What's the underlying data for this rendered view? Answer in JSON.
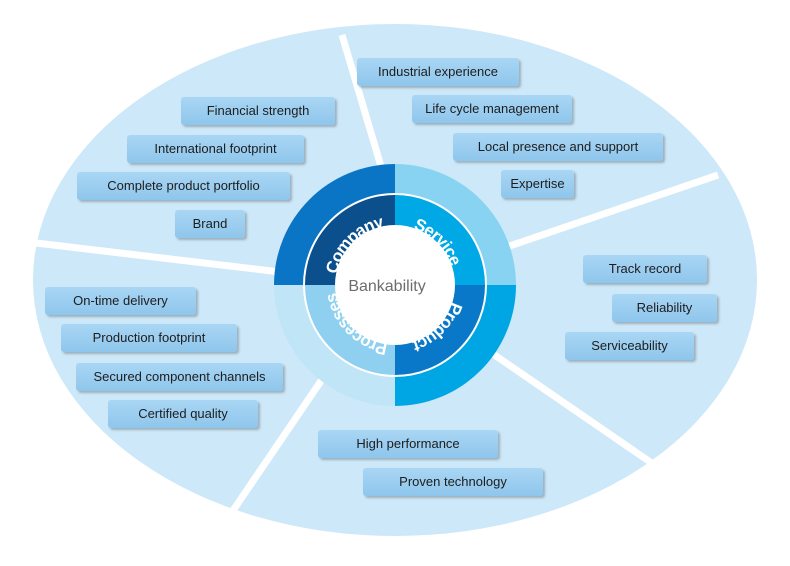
{
  "center_label": "Bankability",
  "colors": {
    "ellipse_fill": "#cde8f8",
    "divider": "#ffffff",
    "tag_fill": "#9bcdef",
    "company_inner": "#0b4f8c",
    "company_outer": "#0a74c5",
    "service_inner": "#00a9e6",
    "service_outer": "#88d3f2",
    "product_inner": "#0a78c8",
    "product_outer": "#00a6e4",
    "processes_inner": "#8fd0f0",
    "processes_outer": "#bfe5f7",
    "center_text": "#6d6d6d"
  },
  "segments": [
    {
      "label": "Company"
    },
    {
      "label": "Service"
    },
    {
      "label": "Product"
    },
    {
      "label": "Processes"
    }
  ],
  "groups": {
    "company": {
      "items": [
        "Financial strength",
        "International footprint",
        "Complete product portfolio",
        "Brand"
      ]
    },
    "service": {
      "items": [
        "Industrial experience",
        "Life cycle management",
        "Local presence and support",
        "Expertise"
      ]
    },
    "product_right": {
      "items": [
        "Track record",
        "Reliability",
        "Serviceability"
      ]
    },
    "product_bottom": {
      "items": [
        "High performance",
        "Proven technology"
      ]
    },
    "processes": {
      "items": [
        "On-time delivery",
        "Production footprint",
        "Secured component channels",
        "Certified quality"
      ]
    }
  }
}
